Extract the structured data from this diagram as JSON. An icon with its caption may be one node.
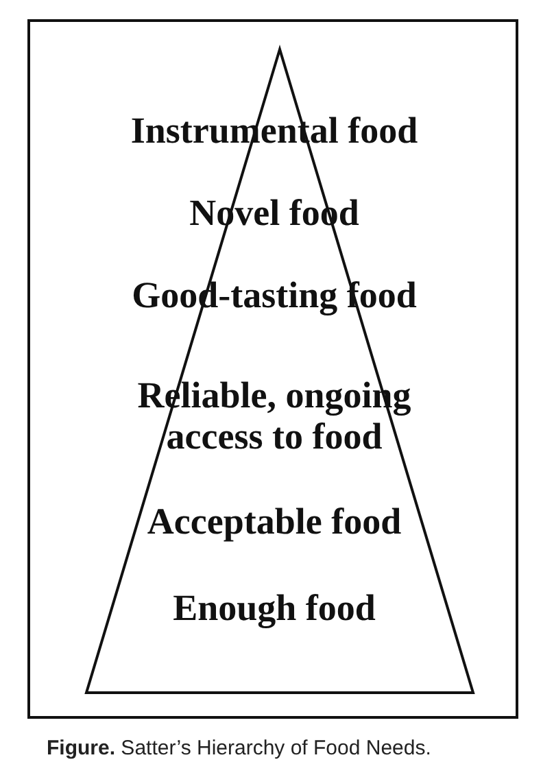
{
  "diagram": {
    "caption": "**Figure.** Satter’s Hierarchy of Food Needs.",
    "nodes": [
      {
        "text": [
          "Instrumental food",
          "Novel food",
          "Good-tasting food",
          "Reliable, ongoing access to food",
          "Acceptable food",
          "Enough food"
        ]
      }
    ]
  }
}
